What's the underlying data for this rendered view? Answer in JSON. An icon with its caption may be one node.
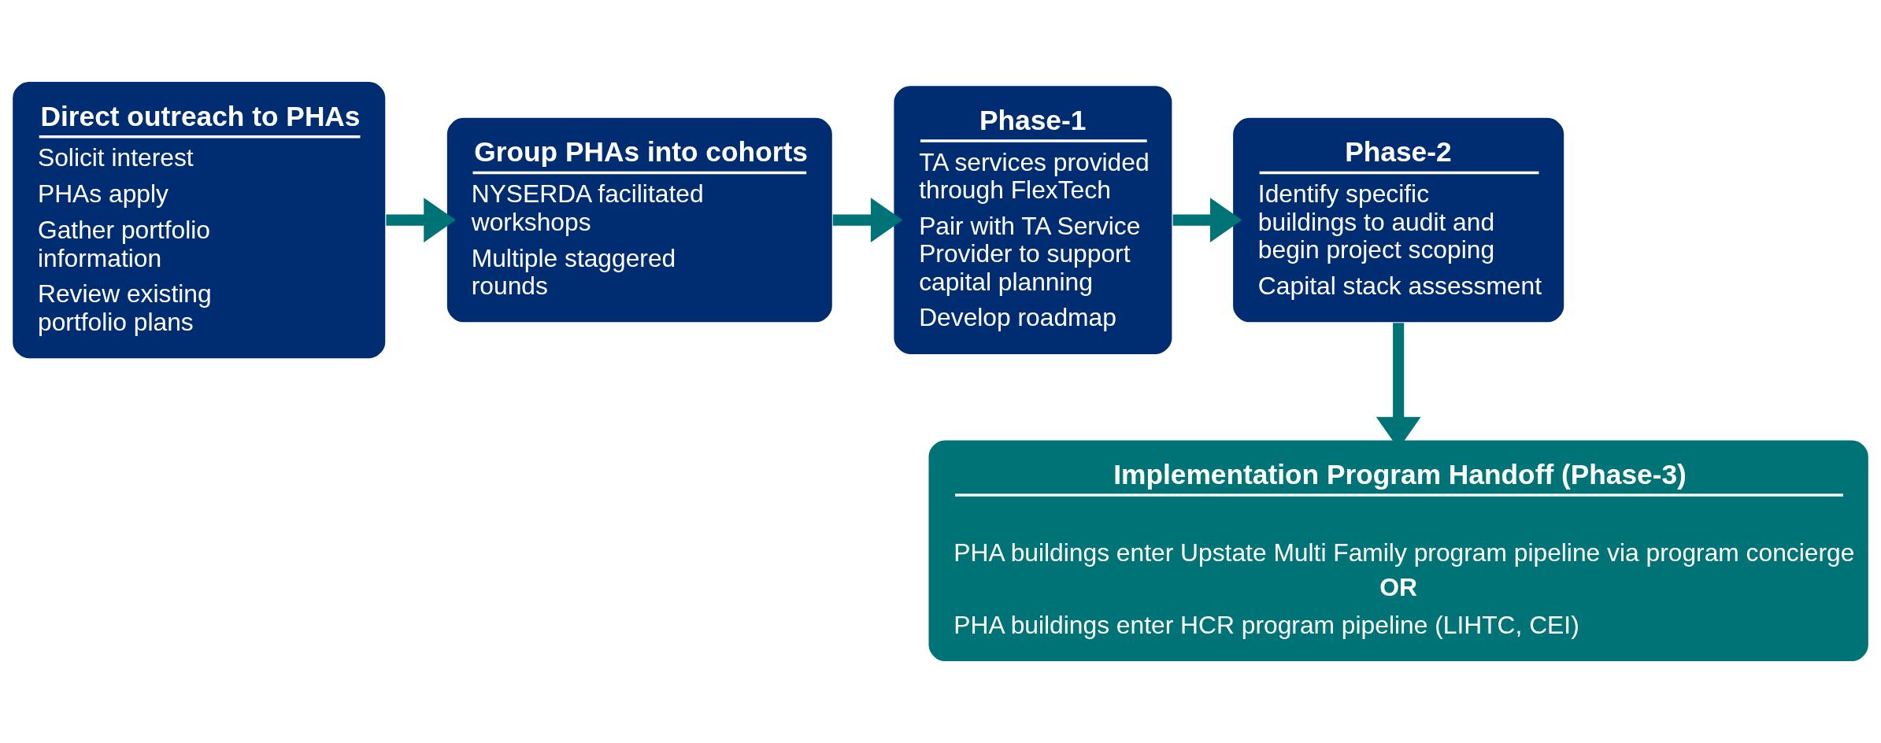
{
  "diagram": {
    "nodes": [
      {
        "text": [
          "Direct outreach to PHAs",
          "Solicit interest",
          "PHAs apply",
          "Gather portfolio information",
          "Review existing portfolio plans"
        ]
      },
      {
        "text": [
          "Group PHAs into cohorts",
          "NYSERDA facilitated workshops",
          "Multiple staggered rounds"
        ]
      },
      {
        "text": [
          "Phase-1",
          "TA services provided through FlexTech",
          "Pair with TA Service Provider to support capital planning",
          "Develop roadmap"
        ]
      },
      {
        "text": [
          "Phase-2",
          "Identify specific buildings to audit and begin project scoping",
          "Capital stack assessment"
        ]
      },
      {
        "text": [
          "Implementation Program Handoff (Phase-3)",
          "PHA buildings enter Upstate Multi Family program pipeline via program concierge",
          "OR",
          "PHA buildings enter HCR program pipeline (LIHTC, CEI)"
        ]
      }
    ],
    "edges": [
      {
        "from": 0,
        "to": 1,
        "arrow": "to"
      },
      {
        "from": 1,
        "to": 2,
        "arrow": "to"
      },
      {
        "from": 2,
        "to": 3,
        "arrow": "to"
      },
      {
        "from": 3,
        "to": 4,
        "arrow": "to"
      }
    ]
  }
}
